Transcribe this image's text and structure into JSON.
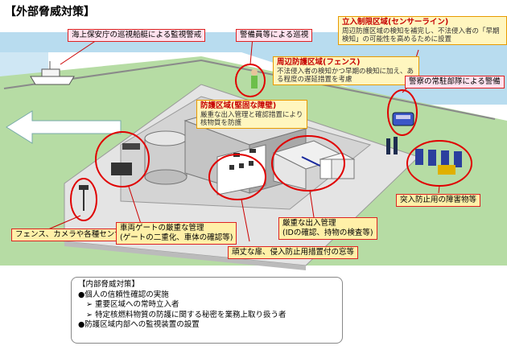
{
  "title": "【外部脅威対策】",
  "labels": {
    "coast_guard": "海上保安庁の巡視船艇による監視警戒",
    "guards": "警備員等による巡視",
    "perimeter_title": "周辺防護区域(フェンス)",
    "perimeter_text": "不法侵入者の検知かつ早期の検知に加え、ある程度の遅延措置を考慮",
    "restricted_title": "立入制限区域(センサーライン)",
    "restricted_text": "周辺防護区域の検知を補完し、不法侵入者の「早期検知」の可能性を高めるために設置",
    "police": "警察の常駐部隊による警備",
    "protected_title": "防護区域(堅固な障壁)",
    "protected_text": "厳重な出入管理と確認措置により核物質を防護",
    "sensors": "フェンス、カメラや各種センサー",
    "vehicle_gate": "車両ゲートの厳重な管理\n(ゲートの二重化、車体の確認等)",
    "entry_control": "厳重な出入管理\n(IDの確認、持物の検査等)",
    "sturdy_door": "頑丈な扉、侵入防止用措置付の窓等",
    "barrier": "突入防止用の障害物等"
  },
  "inner_threat": {
    "heading": "【内部脅威対策】",
    "items": [
      "●個人の信頼性確認の実施",
      "➢ 重要区域への常時立入者",
      "➢ 特定核燃料物質の防護に関する秘密を業務上取り扱う者",
      "●防護区域内部への監視装置の設置"
    ]
  },
  "colors": {
    "sea": "#b8dcef",
    "ground": "#b6dca4",
    "highlight": "#e00000",
    "fence": "#8a8a8a"
  }
}
